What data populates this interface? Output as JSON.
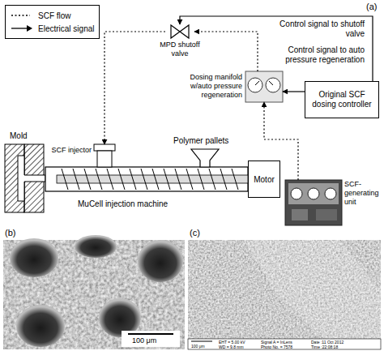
{
  "diagram": {
    "nodes": [
      {
        "text": [
          "Mold"
        ]
      },
      {
        "text": [
          "SCF injector"
        ]
      },
      {
        "text": [
          "MPD shutoff valve"
        ]
      },
      {
        "text": [
          "Dosing manifold w/auto pressure regeneration"
        ]
      },
      {
        "text": [
          "Original SCF dosing controller"
        ]
      },
      {
        "text": [
          "SCF-generating unit"
        ]
      },
      {
        "text": [
          "Motor"
        ]
      }
    ],
    "edges": [
      {
        "from": 2,
        "to": 1,
        "arrow": "to"
      },
      {
        "from": 3,
        "to": 2,
        "arrow": "to"
      },
      {
        "from": 5,
        "to": 3,
        "arrow": "to"
      },
      {
        "from": 4,
        "to": 2,
        "label": "Control signal to shutoff valve",
        "arrow": "to"
      },
      {
        "from": 4,
        "to": 3,
        "label": "Control signal to auto pressure regeneration",
        "arrow": "to"
      }
    ],
    "labels": [
      "(a)",
      "Polymer pallets",
      "MuCell injection machine",
      "(b)",
      "100 μm",
      "(c)",
      "100 μm",
      "EHT = 5.00 kV",
      "WD = 9.8 mm",
      "Signal A = InLens",
      "Photo No. = 7578",
      "Date :11 Oct 2012",
      "Time :22:08:18"
    ],
    "legend": [
      {
        "text": "SCF flow"
      },
      {
        "text": "Electrical signal"
      }
    ]
  }
}
